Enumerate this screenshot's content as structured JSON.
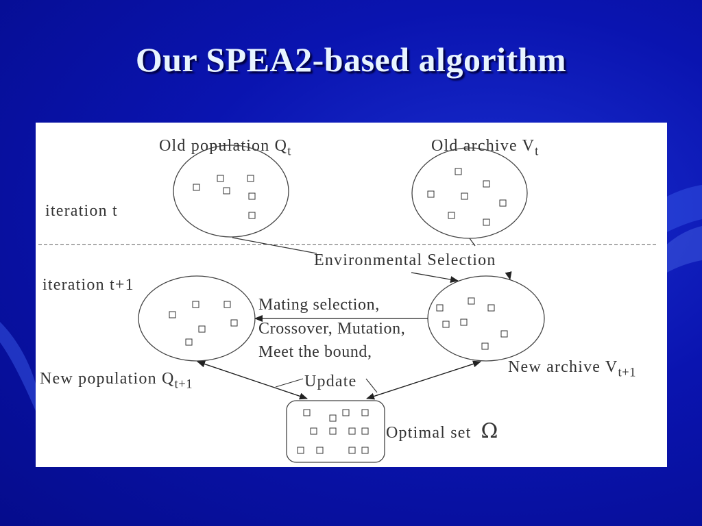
{
  "slide": {
    "title": "Our SPEA2-based algorithm"
  },
  "diagram": {
    "old_population_label": "Old population Q",
    "old_population_sub": "t",
    "old_archive_label": "Old archive V",
    "old_archive_sub": "t",
    "iteration_t": "iteration t",
    "iteration_t1": "iteration t+1",
    "environmental_selection": "Environmental Selection",
    "mating_line1": "Mating selection,",
    "mating_line2": "Crossover, Mutation,",
    "mating_line3": "Meet the bound,",
    "new_population_label": "New population Q",
    "new_population_sub": "t+1",
    "new_archive_label": "New archive V",
    "new_archive_sub": "t+1",
    "update_label": "Update",
    "optimal_set_label": "Optimal set",
    "omega_symbol": "Ω"
  },
  "colors": {
    "background": "#0a14b0",
    "title": "#e8f4ff",
    "panel": "#ffffff",
    "ink": "#333333"
  }
}
